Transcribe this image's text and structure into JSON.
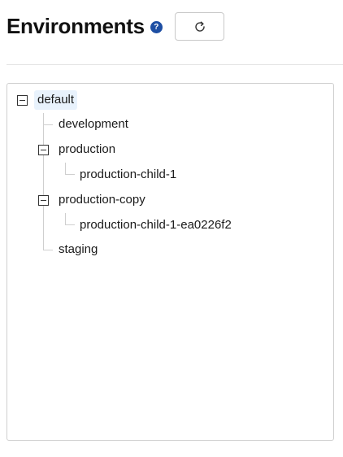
{
  "header": {
    "title": "Environments",
    "help_glyph": "?",
    "refresh_icon": "refresh-icon"
  },
  "tree": {
    "nodes": [
      {
        "label": "default",
        "expanded": true,
        "selected": true
      },
      {
        "label": "development"
      },
      {
        "label": "production",
        "expanded": true
      },
      {
        "label": "production-child-1"
      },
      {
        "label": "production-copy",
        "expanded": true
      },
      {
        "label": "production-child-1-ea0226f2"
      },
      {
        "label": "staging"
      }
    ]
  },
  "colors": {
    "help_badge": "#1d4ea3",
    "selected_bg": "#e8f2fc",
    "border": "#cfcfcf"
  }
}
